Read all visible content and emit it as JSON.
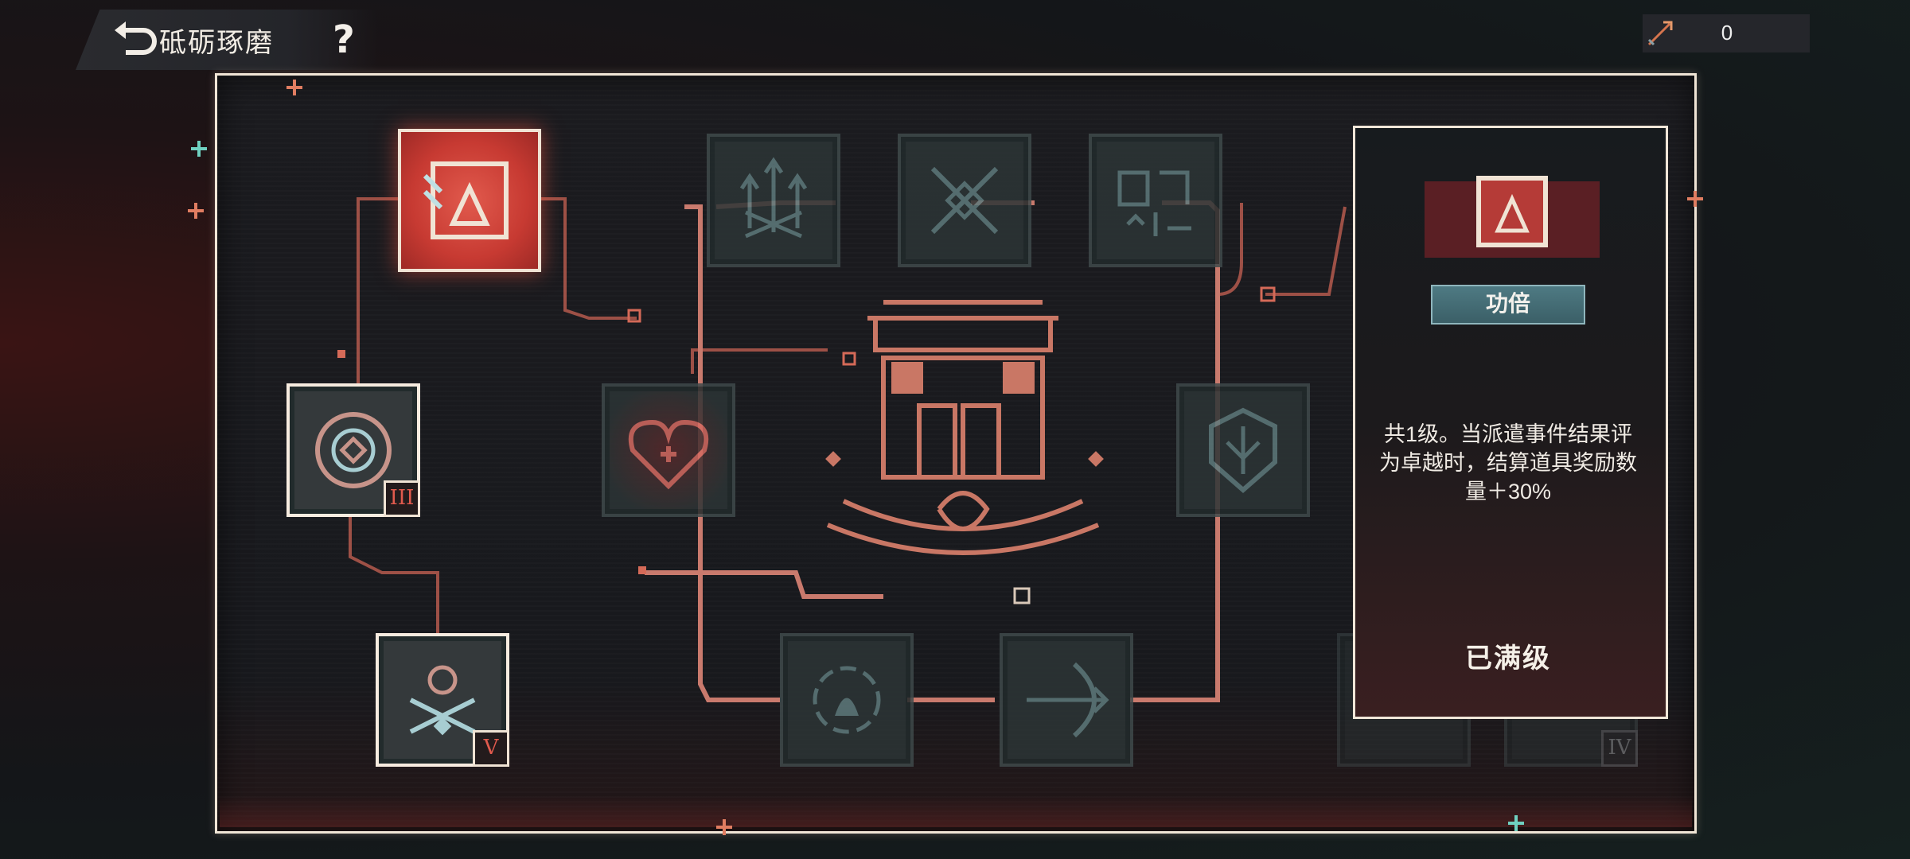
{
  "header": {
    "title": "砥砺琢磨",
    "help_label": "?"
  },
  "currency": {
    "icon": "arrow-icon",
    "value": "0"
  },
  "nodes": [
    {
      "id": "skill-selected",
      "state": "selected",
      "tier": ""
    },
    {
      "id": "skill-target",
      "state": "active",
      "tier": "III"
    },
    {
      "id": "skill-crossbones",
      "state": "active",
      "tier": "V"
    },
    {
      "id": "skill-heart",
      "state": "locked",
      "tier": ""
    },
    {
      "id": "skill-arrows",
      "state": "locked",
      "tier": ""
    },
    {
      "id": "skill-swords",
      "state": "locked",
      "tier": ""
    },
    {
      "id": "skill-rune",
      "state": "locked",
      "tier": ""
    },
    {
      "id": "skill-shield",
      "state": "locked",
      "tier": ""
    },
    {
      "id": "skill-flame",
      "state": "locked",
      "tier": ""
    },
    {
      "id": "skill-bow",
      "state": "locked",
      "tier": ""
    },
    {
      "id": "skill-hidden-1",
      "state": "locked",
      "tier": ""
    },
    {
      "id": "skill-hidden-2",
      "state": "locked",
      "tier": "IV"
    }
  ],
  "info": {
    "name": "功倍",
    "description": "共1级。当派遣事件结果评为卓越时，结算道具奖励数量＋30%",
    "status": "已满级"
  },
  "colors": {
    "accent_red": "#e15a4d",
    "frame": "#f0e5d6",
    "teal": "#4e7a83",
    "circuit": "#c06a5a"
  }
}
